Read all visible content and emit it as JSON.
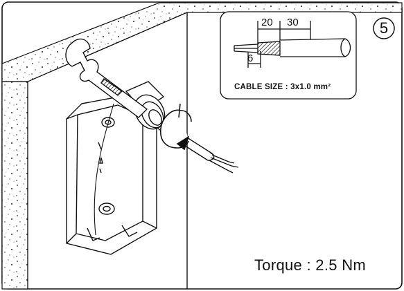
{
  "step_number": "5",
  "cable_strip": {
    "dim_outer_strip": "20",
    "dim_sheath": "30",
    "dim_conductor": "6",
    "cable_size": "CABLE SIZE : 3x1.0 mm²"
  },
  "torque_label": "Torque : 2.5 Nm",
  "colors": {
    "line": "#111111",
    "background": "#ffffff"
  }
}
